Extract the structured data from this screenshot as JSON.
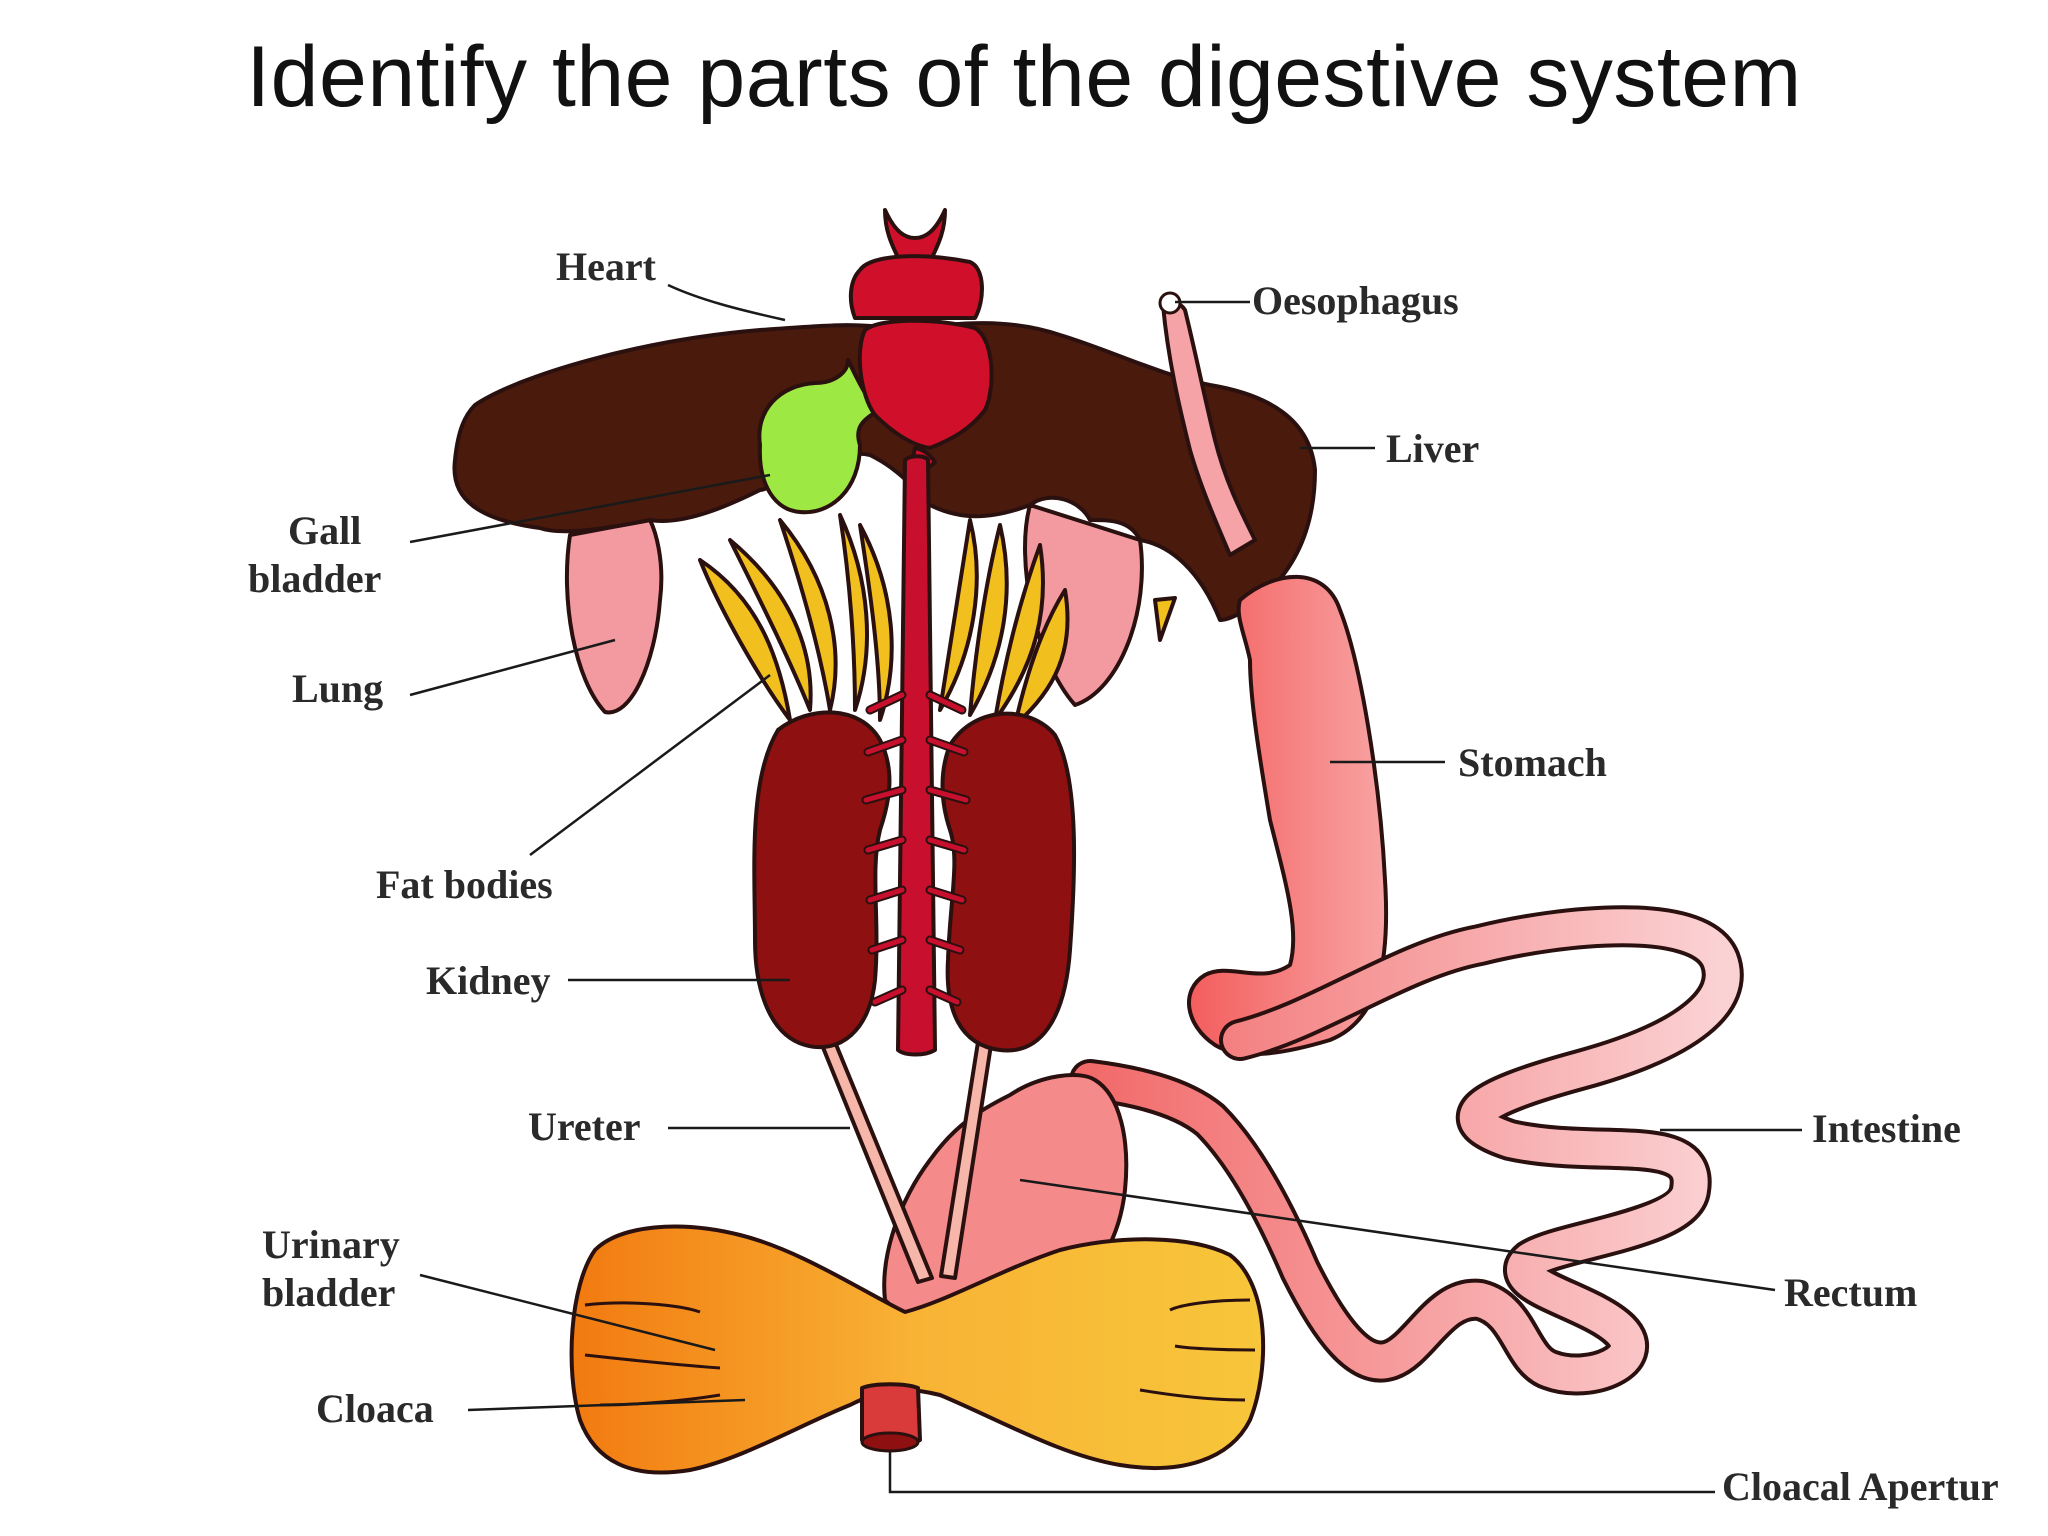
{
  "title": "Identify the parts of the digestive system",
  "labels": {
    "heart": "Heart",
    "oesophagus": "Oesophagus",
    "liver": "Liver",
    "gall_bladder_line1": "Gall",
    "gall_bladder_line2": "bladder",
    "lung": "Lung",
    "stomach": "Stomach",
    "fat_bodies": "Fat bodies",
    "kidney": "Kidney",
    "ureter": "Ureter",
    "intestine": "Intestine",
    "urinary_bladder_line1": "Urinary",
    "urinary_bladder_line2": "bladder",
    "rectum": "Rectum",
    "cloaca": "Cloaca",
    "cloacal_aperture": "Cloacal Apertur"
  },
  "colors": {
    "liver": "#4a1a0c",
    "heart": "#d0102a",
    "gall_bladder": "#9ee843",
    "lung": "#f29a9f",
    "fat_bodies": "#f2c01e",
    "kidney": "#8e1010",
    "blood_vessel": "#c8102e",
    "stomach": "#f56a6a",
    "intestine": "#f7a0a4",
    "urinary_bladder": "#f7a322",
    "rectum": "#f58a8a"
  }
}
